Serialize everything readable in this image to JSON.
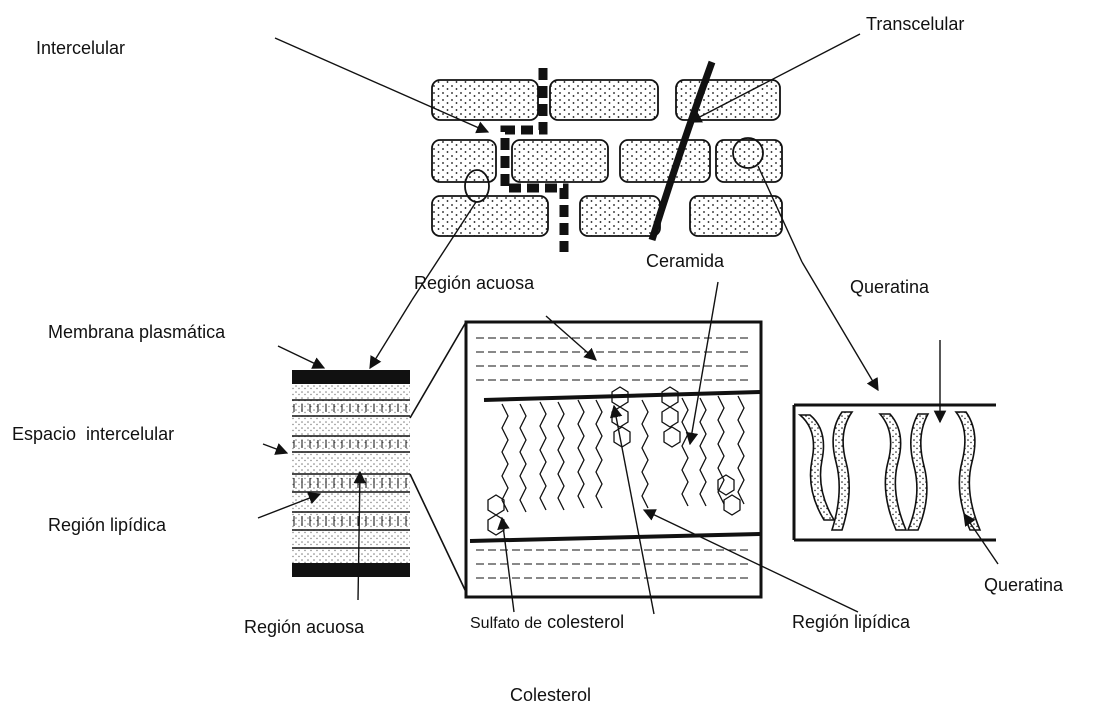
{
  "labels": {
    "intercelular": "Intercelular",
    "transcelular": "Transcelular",
    "region_acuosa_top": "Región acuosa",
    "ceramida": "Ceramida",
    "queratina_top": "Queratina",
    "membrana_plasmatica": "Membrana plasmática",
    "espacio_intercelular": "Espacio  intercelular",
    "region_lipidica_left": "Región lipídica",
    "region_acuosa_bottom": "Región acuosa",
    "sulfato_colesterol_a": "Sulfato de",
    "sulfato_colesterol_b": "colesterol",
    "region_lipidica_right": "Región lipídica",
    "queratina_bottom": "Queratina",
    "colesterol": "Colesterol"
  },
  "colors": {
    "ink": "#111111",
    "background": "#ffffff"
  }
}
